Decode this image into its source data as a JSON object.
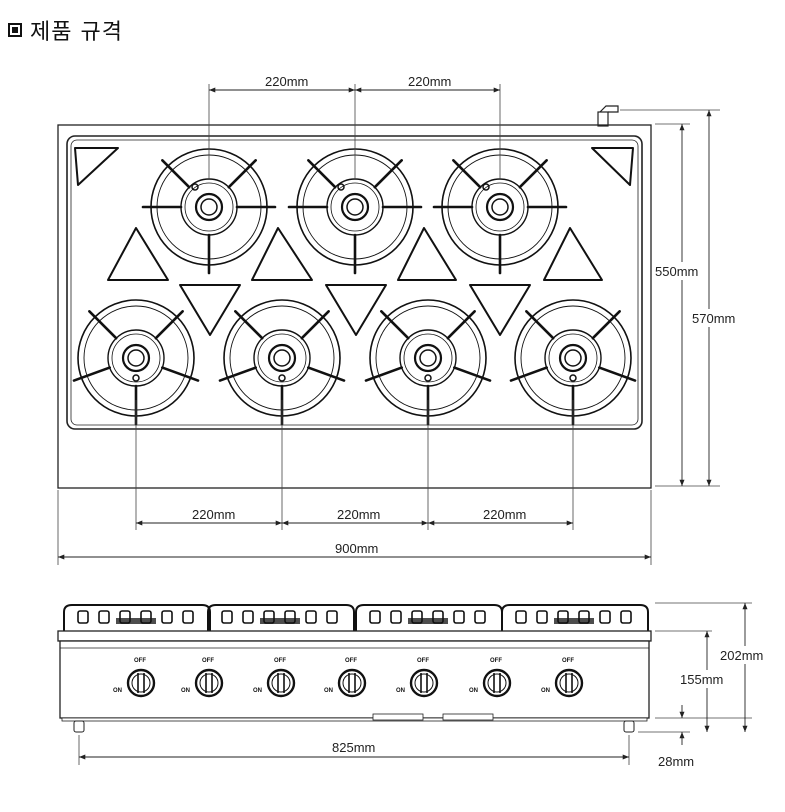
{
  "title": "제품 규격",
  "top_view": {
    "dim_burner_spacing_top": [
      "220mm",
      "220mm"
    ],
    "dim_burner_spacing_bottom": [
      "220mm",
      "220mm",
      "220mm"
    ],
    "dim_width": "900mm",
    "dim_depth_inner": "550mm",
    "dim_depth_outer": "570mm"
  },
  "front_view": {
    "knob_off_label": "OFF",
    "knob_on_label": "ON",
    "knob_count": 7,
    "dim_total_height": "202mm",
    "dim_body_height": "155mm",
    "dim_leg_height": "28mm",
    "dim_leg_span": "825mm"
  }
}
